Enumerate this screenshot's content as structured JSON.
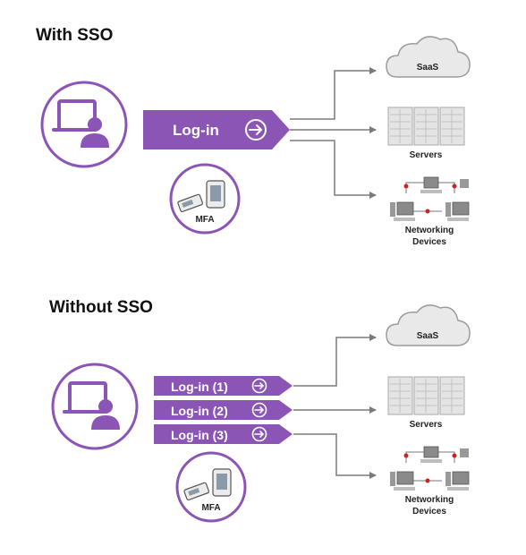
{
  "with_sso": {
    "title": "With SSO",
    "login_label": "Log-in",
    "mfa_label": "MFA",
    "destinations": {
      "saas": "SaaS",
      "servers": "Servers",
      "networking_line1": "Networking",
      "networking_line2": "Devices"
    }
  },
  "without_sso": {
    "title": "Without SSO",
    "login_labels": [
      "Log-in (1)",
      "Log-in (2)",
      "Log-in (3)"
    ],
    "mfa_label": "MFA",
    "destinations": {
      "saas": "SaaS",
      "servers": "Servers",
      "networking_line1": "Networking",
      "networking_line2": "Devices"
    }
  },
  "colors": {
    "purple": "#8b55b6",
    "purple_dark": "#7a44a8",
    "line_gray": "#7a7a7a",
    "cloud_fill": "#e9e9e9",
    "cloud_stroke": "#9c9c9c",
    "server_fill": "#e4e4e4",
    "red_dot": "#cc2222"
  },
  "icons": [
    "laptop-user-icon",
    "login-arrow-icon",
    "mfa-token-icon",
    "cloud-icon",
    "server-rack-icon",
    "network-devices-icon"
  ]
}
